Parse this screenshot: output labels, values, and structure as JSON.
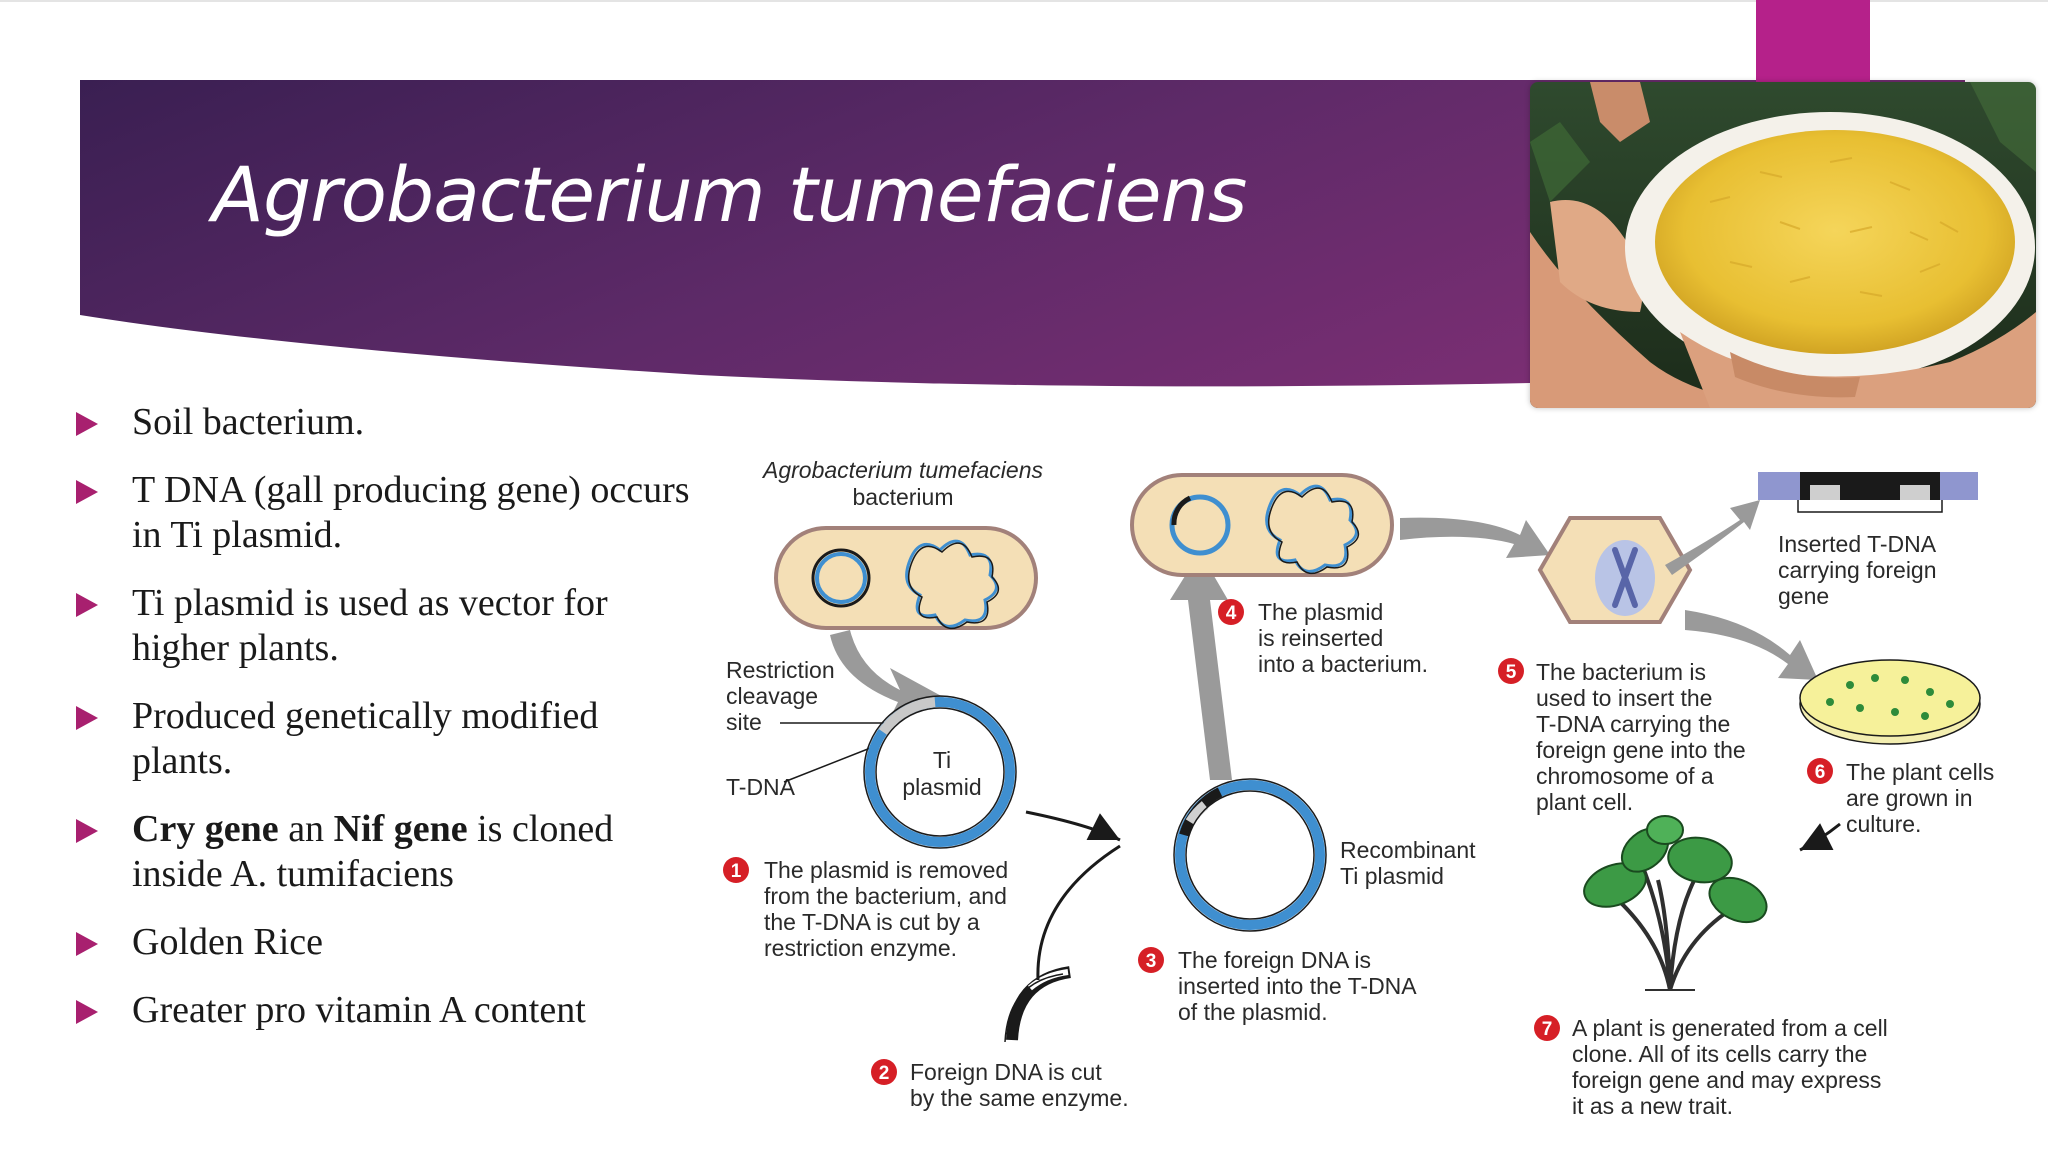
{
  "slide": {
    "title": "Agrobacterium tumefaciens",
    "colors": {
      "banner_dark": "#3a1f52",
      "banner_light": "#7a2e73",
      "accent": "#b5218a",
      "bullet": "#a8206f"
    },
    "photo": {
      "icon": "golden-rice-bowl-photo"
    }
  },
  "bullets": [
    {
      "text": "Soil bacterium."
    },
    {
      "text": "T DNA (gall producing gene) occurs in Ti plasmid."
    },
    {
      "text": "Ti plasmid is used as vector for higher plants."
    },
    {
      "text": "Produced genetically modified plants."
    },
    {
      "text": {
        "cry": "Cry gene",
        "an": " an ",
        "nif": "Nif gene",
        "rest": " is cloned inside A. tumifaciens"
      }
    },
    {
      "text": "Golden Rice"
    },
    {
      "text": "Greater pro vitamin A content"
    }
  ],
  "diagram": {
    "bacterium_label": {
      "line1": "Agrobacterium tumefaciens",
      "line2": "bacterium"
    },
    "restriction_label": {
      "line1": "Restriction",
      "line2": "cleavage",
      "line3": "site"
    },
    "tdna_label": "T-DNA",
    "ti_plasmid_label": {
      "line1": "Ti",
      "line2": "plasmid"
    },
    "recombinant_label": {
      "line1": "Recombinant",
      "line2": "Ti plasmid"
    },
    "inserted_label": {
      "line1": "Inserted T-DNA",
      "line2": "carrying foreign",
      "line3": "gene"
    },
    "steps": [
      {
        "num": "1",
        "lines": [
          "The plasmid is removed",
          "from the bacterium, and",
          "the T-DNA is cut by a",
          "restriction enzyme."
        ]
      },
      {
        "num": "2",
        "lines": [
          "Foreign DNA is cut",
          "by the same enzyme."
        ]
      },
      {
        "num": "3",
        "lines": [
          "The foreign DNA is",
          "inserted into the T-DNA",
          "of the plasmid."
        ]
      },
      {
        "num": "4",
        "lines": [
          "The plasmid",
          "is reinserted",
          "into a bacterium."
        ]
      },
      {
        "num": "5",
        "lines": [
          "The bacterium is",
          "used to insert the",
          "T-DNA carrying the",
          "foreign gene into the",
          "chromosome of a",
          "plant cell."
        ]
      },
      {
        "num": "6",
        "lines": [
          "The plant cells",
          "are grown in",
          "culture."
        ]
      },
      {
        "num": "7",
        "lines": [
          "A plant is generated from a cell",
          "clone. All of its cells carry the",
          "foreign gene and may express",
          "it as a new trait."
        ]
      }
    ]
  }
}
